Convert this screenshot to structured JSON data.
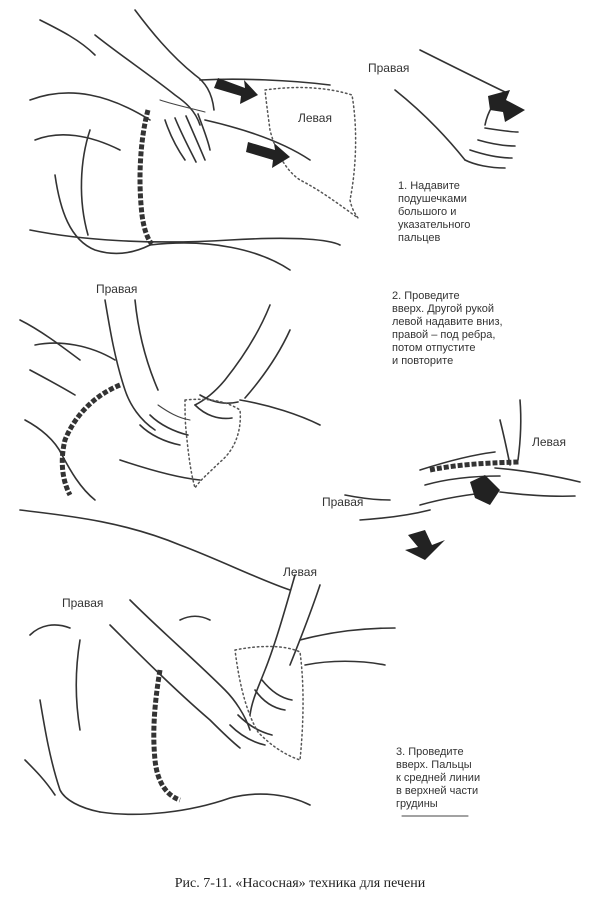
{
  "labels": {
    "panel1_right_hand": "Правая",
    "panel1_left_hand": "Левая",
    "panel2_right_hand": "Правая",
    "panel2_left_hand_detail": "Левая",
    "panel2_right_hand_detail": "Правая",
    "panel3_left_hand": "Левая",
    "panel3_right_hand": "Правая"
  },
  "steps": {
    "step1": [
      "1. Надавите",
      "подушечками",
      "большого и",
      "указательного",
      "пальцев"
    ],
    "step2": [
      "2. Проведите",
      "вверх. Другой рукой",
      "левой надавите вниз,",
      "правой – под ребра,",
      "потом отпустите",
      "и повторите"
    ],
    "step3": [
      "3. Проведите",
      "вверх. Пальцы",
      "к средней линии",
      "в верхней части",
      "грудины"
    ]
  },
  "caption": "Рис. 7-11. «Насосная» техника для печени"
}
